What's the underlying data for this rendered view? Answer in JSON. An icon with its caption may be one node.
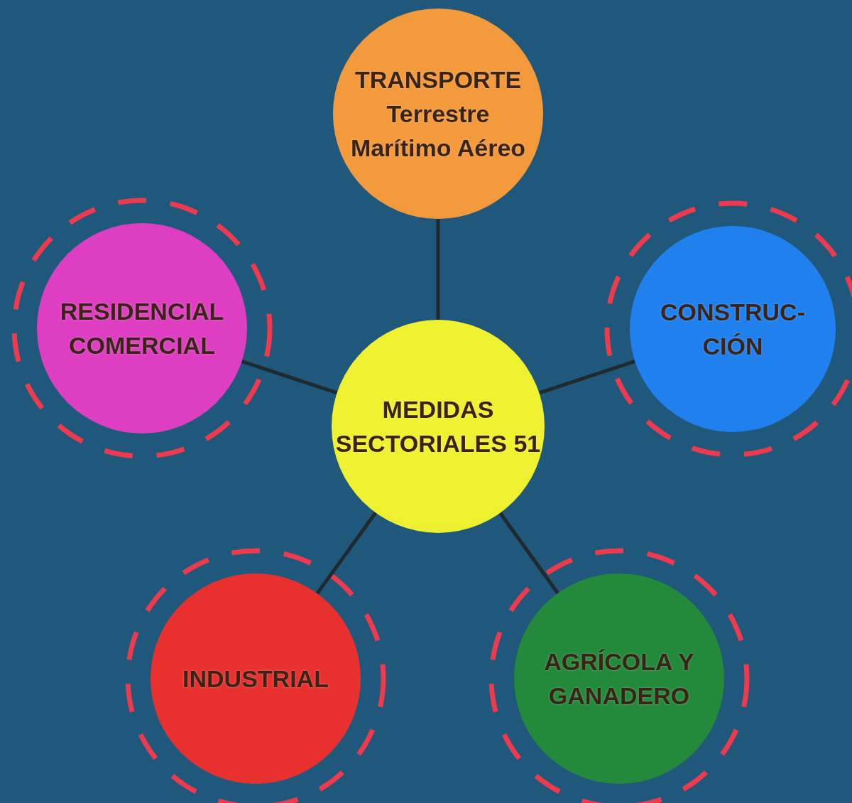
{
  "diagram": {
    "nodes": [
      {
        "text": [
          "TRANSPORTE",
          "Terrestre Marítimo Aéreo"
        ]
      },
      {
        "text": [
          "RESIDENCIAL COMERCIAL"
        ]
      },
      {
        "text": [
          "MEDIDAS SECTORIALES 51"
        ]
      },
      {
        "text": [
          "CONSTRUC- CIÓN"
        ]
      },
      {
        "text": [
          "INDUSTRIAL"
        ]
      },
      {
        "text": [
          "AGRÍCOLA Y GANADERO"
        ]
      }
    ],
    "edges": [
      {
        "from": 2,
        "to": 0,
        "arrow": "none"
      },
      {
        "from": 2,
        "to": 1,
        "arrow": "none"
      },
      {
        "from": 2,
        "to": 3,
        "arrow": "none"
      },
      {
        "from": 2,
        "to": 4,
        "arrow": "none"
      },
      {
        "from": 2,
        "to": 5,
        "arrow": "none"
      }
    ]
  }
}
